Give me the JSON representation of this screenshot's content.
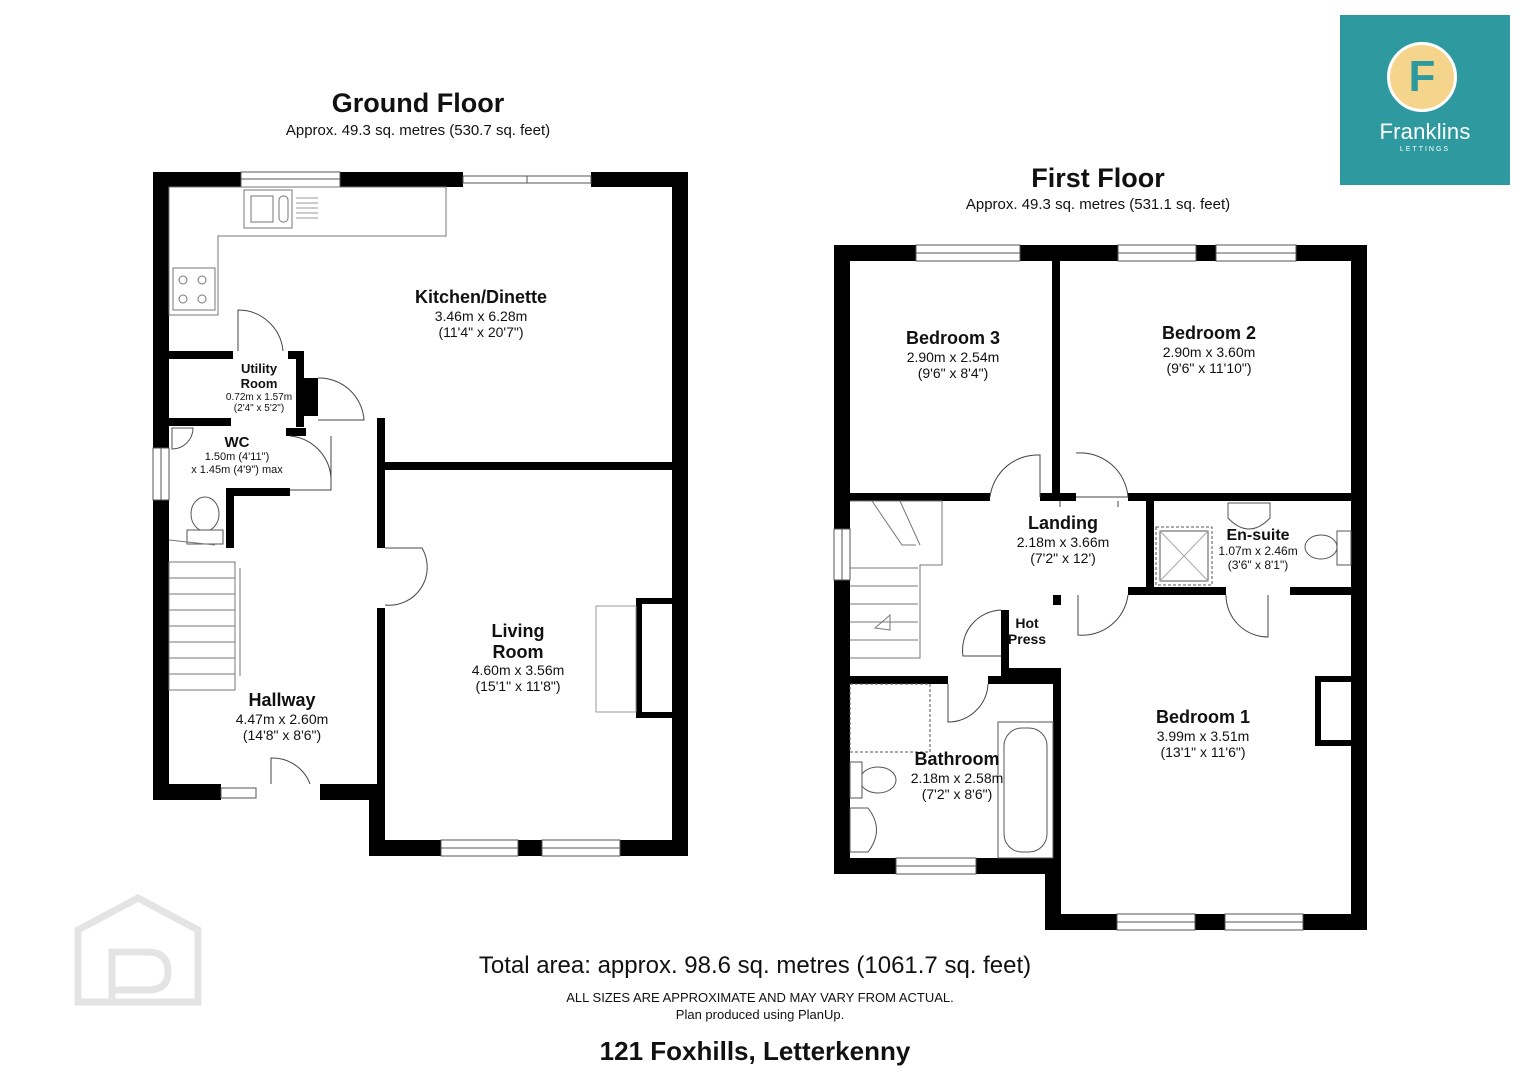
{
  "ground_floor": {
    "title": "Ground Floor",
    "area": "Approx. 49.3 sq. metres (530.7 sq. feet)",
    "rooms": {
      "kitchen": {
        "name": "Kitchen/Dinette",
        "dim_m": "3.46m x 6.28m",
        "dim_ft": "(11'4\" x 20'7\")"
      },
      "utility": {
        "name_1": "Utility",
        "name_2": "Room",
        "dim_m": "0.72m x 1.57m",
        "dim_ft": "(2'4\" x 5'2\")"
      },
      "wc": {
        "name": "WC",
        "dim_1": "1.50m (4'11\")",
        "dim_2": "x 1.45m (4'9\") max"
      },
      "living": {
        "name_1": "Living",
        "name_2": "Room",
        "dim_m": "4.60m x 3.56m",
        "dim_ft": "(15'1\" x 11'8\")"
      },
      "hallway": {
        "name": "Hallway",
        "dim_m": "4.47m x 2.60m",
        "dim_ft": "(14'8\" x 8'6\")"
      }
    }
  },
  "first_floor": {
    "title": "First Floor",
    "area": "Approx. 49.3 sq. metres (531.1 sq. feet)",
    "rooms": {
      "bedroom3": {
        "name": "Bedroom 3",
        "dim_m": "2.90m x 2.54m",
        "dim_ft": "(9'6\" x 8'4\")"
      },
      "bedroom2": {
        "name": "Bedroom 2",
        "dim_m": "2.90m x 3.60m",
        "dim_ft": "(9'6\" x 11'10\")"
      },
      "landing": {
        "name": "Landing",
        "dim_m": "2.18m x 3.66m",
        "dim_ft": "(7'2\" x 12')"
      },
      "ensuite": {
        "name": "En-suite",
        "dim_m": "1.07m x 2.46m",
        "dim_ft": "(3'6\" x 8'1\")"
      },
      "hotpress": {
        "name_1": "Hot",
        "name_2": "Press"
      },
      "bathroom": {
        "name": "Bathroom",
        "dim_m": "2.18m x 2.58m",
        "dim_ft": "(7'2\" x 8'6\")"
      },
      "bedroom1": {
        "name": "Bedroom 1",
        "dim_m": "3.99m x 3.51m",
        "dim_ft": "(13'1\" x 11'6\")"
      }
    }
  },
  "logo": {
    "letter": "F",
    "name": "Franklins",
    "sub": "LETTINGS",
    "color": "#2e9aa0",
    "circle_color": "#f5d58c"
  },
  "footer": {
    "total": "Total area: approx. 98.6 sq. metres (1061.7 sq. feet)",
    "disclaimer_1": "ALL SIZES ARE APPROXIMATE AND MAY VARY FROM ACTUAL.",
    "disclaimer_2": "Plan produced using PlanUp.",
    "address": "121 Foxhills, Letterkenny"
  },
  "watermark_icon": "house-p-watermark-icon"
}
